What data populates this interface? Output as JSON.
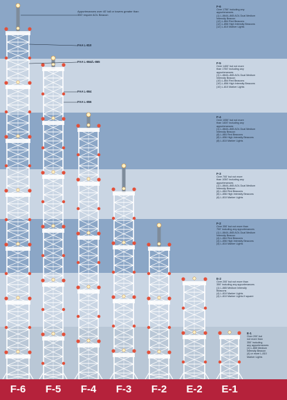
{
  "towers": [
    {
      "label": "F-6"
    },
    {
      "label": "F-5"
    },
    {
      "label": "F-4"
    },
    {
      "label": "F-3"
    },
    {
      "label": "F-2"
    },
    {
      "label": "E-2"
    },
    {
      "label": "E-1"
    }
  ],
  "callouts": {
    "note": "Appurtenances over 40' tall or towers greater than 350' require AOL Beacon",
    "l810": "FAA L-810",
    "l864_865": "FAA L-864/L-865",
    "l864": "FAA L-864",
    "l856": "FAA L-856"
  },
  "descriptions": [
    {
      "title": "F-6",
      "lines": [
        "Over 1750' including any",
        "appurtenances",
        "(1) L-864/L-865 AOL Dual Medium",
        "Intensity Beacon",
        "(12) L-864 Red Beacons",
        "(12) L-856 High Intensity Beacons",
        "(12) L-810 Marker Lights"
      ]
    },
    {
      "title": "F-5",
      "lines": [
        "Over 1400' but not more",
        "than 1750' including any",
        "appurtenances",
        "(1) L-864/L-865 AOL Dual Medium",
        "Intensity Beacon",
        "(10) L-864 Red Beacons",
        "(10) L-856 High Intensity Beacons",
        "(10) L-810 Marker Lights"
      ]
    },
    {
      "title": "F-4",
      "lines": [
        "Over 1050' but not more",
        "than 1400' including any",
        "appurtenances",
        "(1) L-864/L-865 AOL Dual Medium",
        "Intensity Beacon",
        "(8) L-864 Red Beacons",
        "(8) L-856 High Intensity Beacons",
        "(8) L-810 Marker Lights"
      ]
    },
    {
      "title": "F-3",
      "lines": [
        "Over 700' but not more",
        "than 1050' including any",
        "appurtenances",
        "(1) L-864/L-865 AOL Dual Medium",
        "Intensity Beacon",
        "(6) L-864 Red Beacons",
        "(6) L-856 High Intensity Beacons",
        "(6) L-810 Marker Lights"
      ]
    },
    {
      "title": "F-2",
      "lines": [
        "Over 350' but not more than",
        "700' including any appurtenances",
        "(1) L-864/L-865 AOL Dual Medium",
        "Intensity Beacon",
        "(4) L-864 Red Beacons",
        "(4) L-856 High Intensity Beacons",
        "(4) L-810 Marker Lights"
      ]
    },
    {
      "title": "E-2",
      "lines": [
        "Over 200' but not more than",
        "350' including any appurtenances",
        "(1) L-865 Medium Intensity",
        "Beacons",
        "(4) L-810 Marker Lights",
        "(4) L-810 Marker Lights if square"
      ]
    },
    {
      "title": "E-1",
      "lines": [
        "Over 200' but",
        "not more than",
        "350' including",
        "any appurtenances",
        "(1) L-865 Medium",
        "Intensity Beacon",
        "(4) or more L-810",
        "Marker Lights"
      ]
    }
  ],
  "colors": {
    "band_dark": "#8ba6c6",
    "band_light": "#c9d5e3",
    "label_bar": "#b5223b",
    "tower": "#ffffff",
    "light_red": "#e2503a",
    "light_white": "#fff3c8"
  }
}
